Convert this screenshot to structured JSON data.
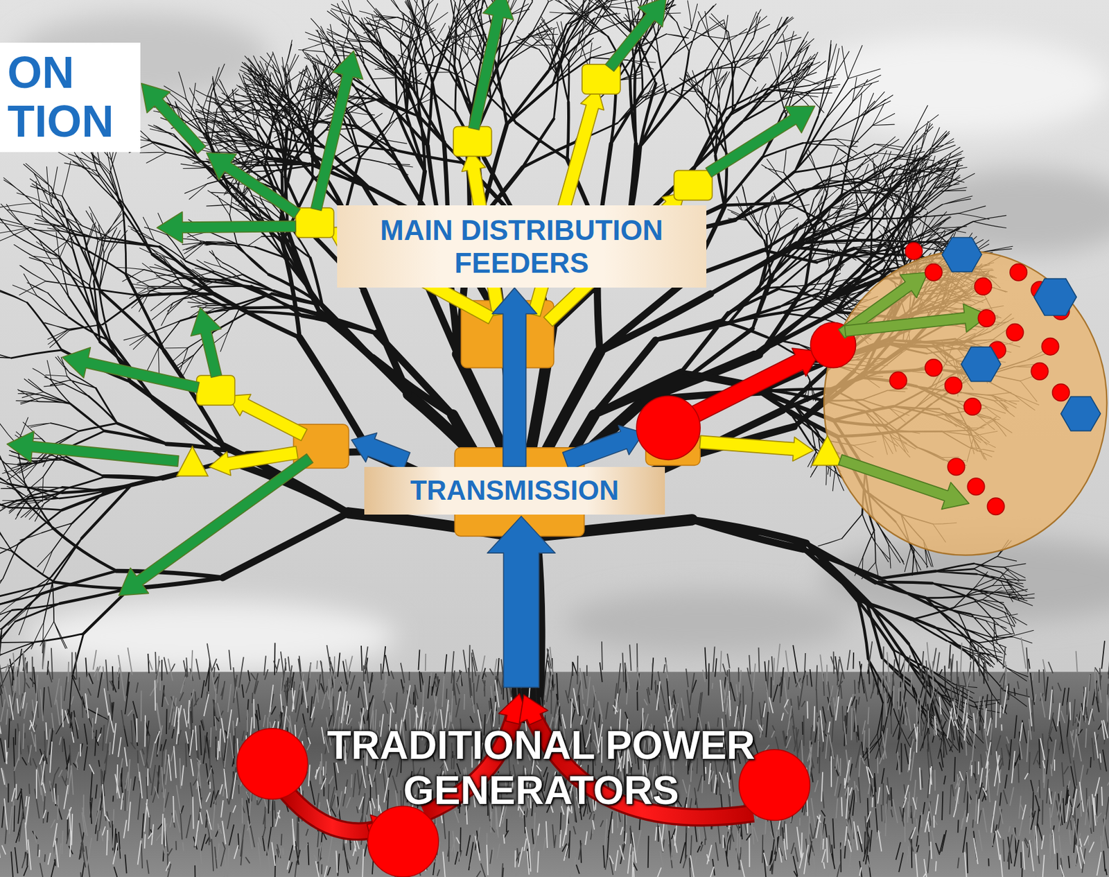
{
  "diagram": {
    "nodes": [
      {
        "text": [
          "ON TION"
        ]
      },
      {
        "text": [
          "MAIN DISTRIBUTION FEEDERS"
        ]
      },
      {
        "text": [
          "TRANSMISSION"
        ]
      }
    ],
    "edges": [
      {
        "from": 2,
        "to": 1,
        "arrow": "to"
      }
    ],
    "labels": [
      "TRADITIONAL POWER GENERATORS"
    ]
  }
}
